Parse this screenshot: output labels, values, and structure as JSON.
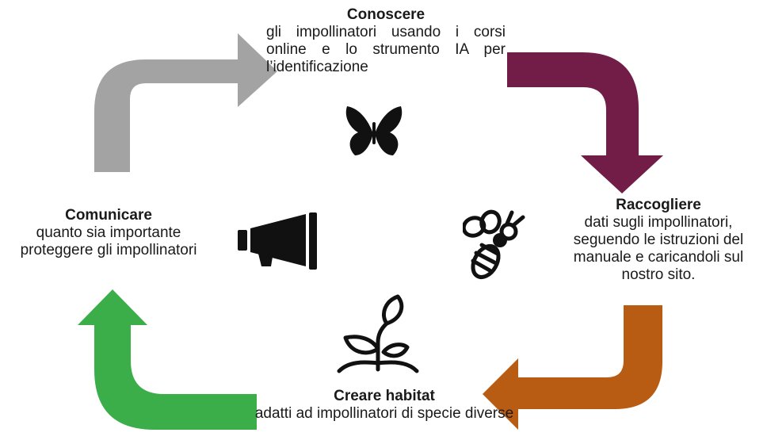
{
  "steps": {
    "know": {
      "title": "Conoscere",
      "desc": "gli impollinatori usando i corsi online e lo strumento IA  per l’identificazione"
    },
    "collect": {
      "title": "Raccogliere",
      "desc": "dati sugli impollinatori, seguendo le istruzioni del manuale e caricandoli sul nostro sito."
    },
    "communicate": {
      "title": "Comunicare",
      "desc": "quanto sia importante proteggere gli impollinatori"
    },
    "habitat": {
      "title": "Creare habitat",
      "desc": "adatti ad impollinatori di specie diverse"
    }
  },
  "colors": {
    "know_arrow": "#a3a3a3",
    "collect_arrow": "#721d47",
    "habitat_arrow": "#b85c13",
    "communicate_arrow": "#3cae49",
    "icon": "#111111"
  },
  "icons": [
    "butterfly-icon",
    "bee-icon",
    "sprout-icon",
    "megaphone-icon"
  ]
}
